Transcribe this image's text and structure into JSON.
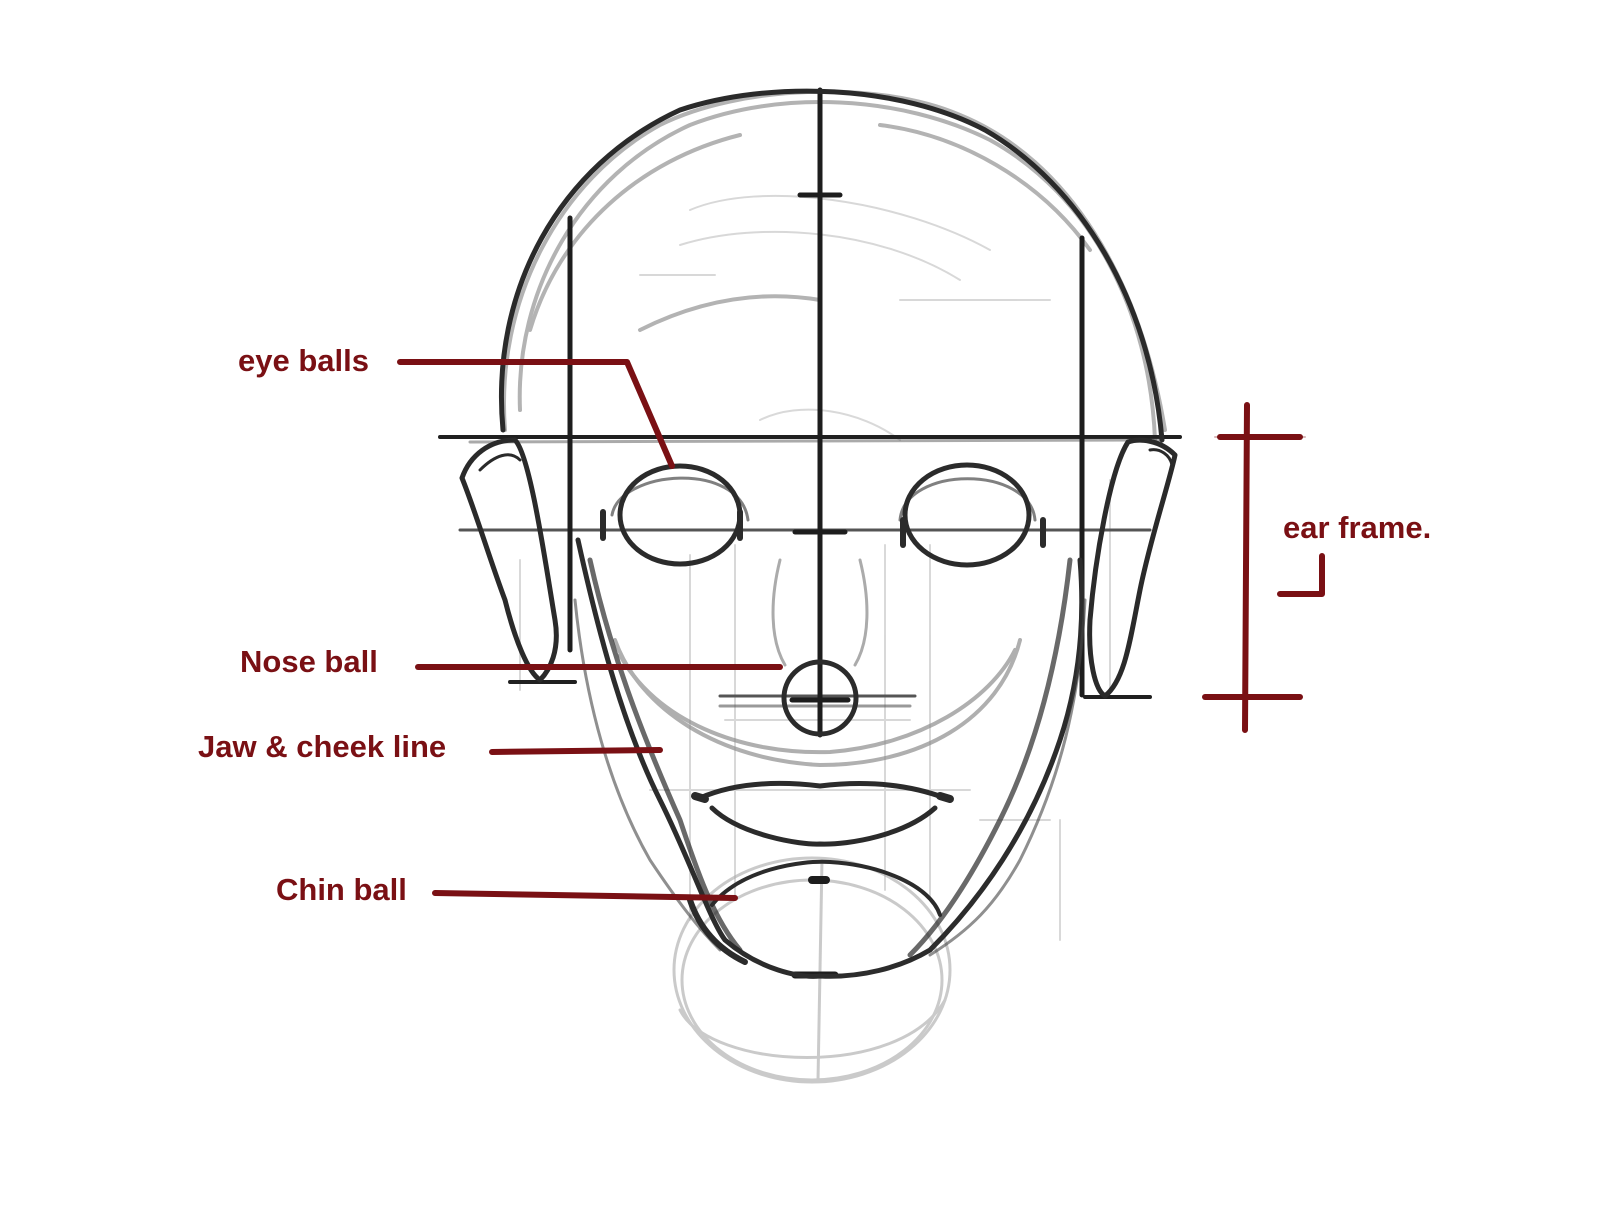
{
  "colors": {
    "annotation": "#7a1014",
    "sketch_dark": "#1a1a1a",
    "sketch_mid": "#6a6a6a",
    "sketch_light": "#bdbdbd",
    "background": "#ffffff"
  },
  "labels": {
    "eye_balls": "eye balls",
    "nose_ball": "Nose ball",
    "jaw_cheek_line": "Jaw & cheek line",
    "chin_ball": "Chin ball",
    "ear_frame": "ear frame."
  }
}
